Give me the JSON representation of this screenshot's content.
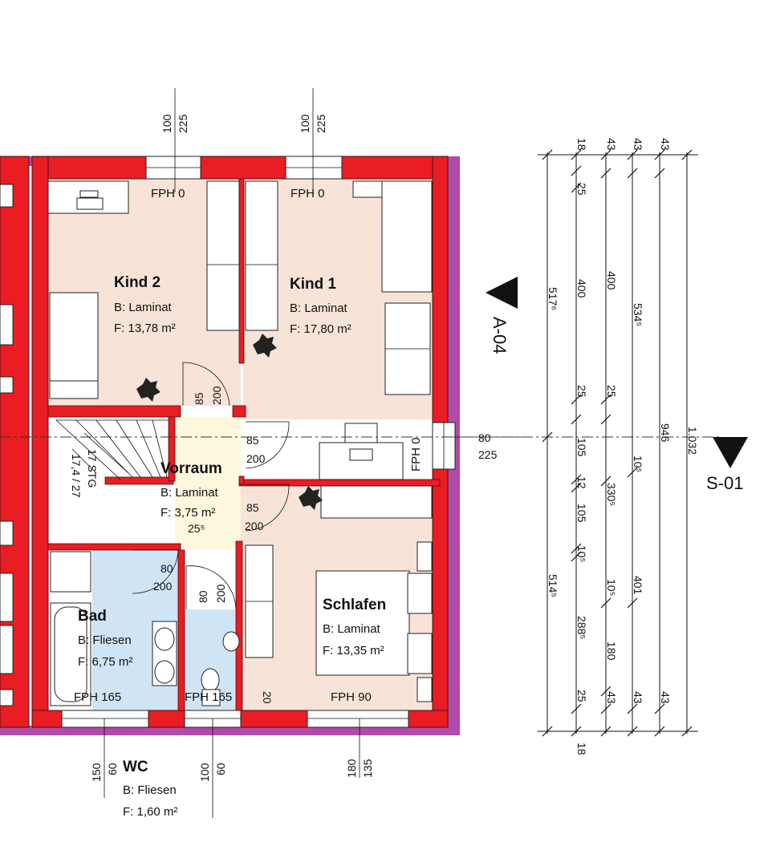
{
  "colors": {
    "wall": "#ea1c24",
    "wall_outline": "#4a0f12",
    "external_cladding": "#b14aa8",
    "floor_warm": "#f8e3d8",
    "floor_bath": "#cfe4f4",
    "floor_hall": "#fdf7dd",
    "interior_wall": "#c0392b"
  },
  "rooms": {
    "kind2": {
      "name": "Kind 2",
      "floor": "B: Laminat",
      "area": "F: 13,78 m²"
    },
    "kind1": {
      "name": "Kind 1",
      "floor": "B: Laminat",
      "area": "F: 17,80 m²"
    },
    "vorraum": {
      "name": "Vorraum",
      "floor": "B: Laminat",
      "area": "F: 3,75 m²"
    },
    "bad": {
      "name": "Bad",
      "floor": "B: Fliesen",
      "area": "F: 6,75 m²"
    },
    "wc": {
      "name": "WC",
      "floor": "B: Fliesen",
      "area": "F: 1,60 m²"
    },
    "schlafen": {
      "name": "Schlafen",
      "floor": "B: Laminat",
      "area": "F: 13,35 m²"
    }
  },
  "fph_labels": {
    "kind2_window": "FPH 0",
    "kind1_window": "FPH 0",
    "east_window": "FPH 0",
    "bad_window": "FPH 165",
    "wc_window": "FPH 165",
    "schlafen_window": "FPH 90"
  },
  "window_dims": {
    "kind2": [
      "100",
      "225"
    ],
    "kind1": [
      "100",
      "225"
    ],
    "east": [
      "80",
      "225"
    ],
    "bad": [
      "150",
      "60"
    ],
    "wc": [
      "100",
      "60"
    ],
    "schlafen": [
      "180",
      "135"
    ]
  },
  "door_dims": {
    "kind2_door": [
      "85",
      "200"
    ],
    "kind1_door": [
      "85",
      "200"
    ],
    "schlafen_door": [
      "85",
      "200"
    ],
    "bad_door": [
      "80",
      "200"
    ],
    "wc_door": [
      "80",
      "200"
    ]
  },
  "stair": {
    "label": "17 STG",
    "ratio": "17,4 / 27"
  },
  "misc_dims": {
    "vorraum_step": "25⁵",
    "wc_side": "20"
  },
  "sections": {
    "vertical": "A-04",
    "horizontal": "S-01"
  },
  "dim_chain_1": [
    "18",
    "25",
    "400",
    "25",
    "105",
    "12",
    "105",
    "10⁵",
    "288⁵",
    "25",
    "18"
  ],
  "dim_chain_2": [
    "43",
    "400",
    "25",
    "330⁵",
    "10⁵",
    "180",
    "43"
  ],
  "dim_chain_3": [
    "43",
    "534⁵",
    "10⁵",
    "401",
    "43"
  ],
  "dim_chain_4": [
    "43",
    "946",
    "43"
  ],
  "dim_totals": {
    "upper": "517⁶",
    "lower": "514⁵",
    "overall": "1.032"
  }
}
